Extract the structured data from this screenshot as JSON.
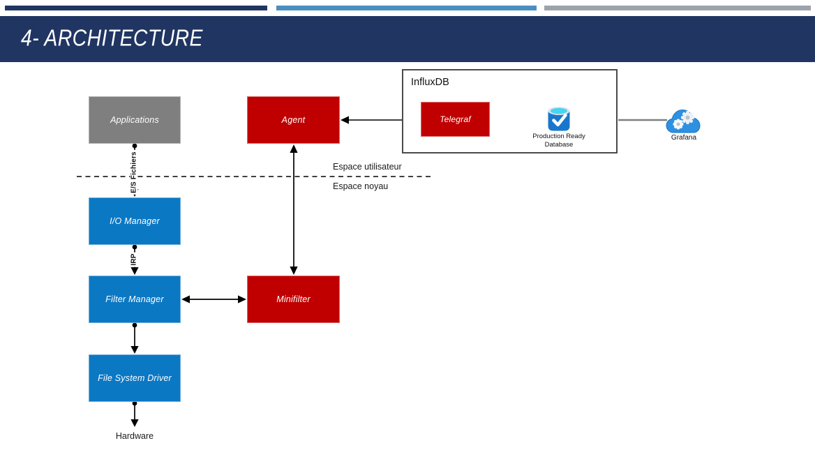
{
  "slide": {
    "title": "4- ARCHITECTURE"
  },
  "colors": {
    "navy": "#203562",
    "steel_blue": "#4a8fbf",
    "gray_bar": "#9da3ac",
    "box_gray": "#7f7f7f",
    "box_blue": "#0b78c4",
    "box_red": "#c00000",
    "connector_black": "#000000",
    "connector_gray": "#7f7f7f"
  },
  "diagram": {
    "containers": {
      "influxdb": {
        "label": "InfluxDB"
      }
    },
    "nodes": {
      "applications": {
        "label": "Applications"
      },
      "agent": {
        "label": "Agent"
      },
      "telegraf": {
        "label": "Telegraf"
      },
      "io_manager": {
        "label": "I/O Manager"
      },
      "filter_manager": {
        "label": "Filter Manager"
      },
      "minifilter": {
        "label": "Minifilter"
      },
      "file_system_driver": {
        "label": "File System Driver"
      }
    },
    "icons": {
      "database": {
        "label": "Production Ready Database"
      },
      "grafana": {
        "label": "Grafana"
      }
    },
    "edge_labels": {
      "es_fichiers": "E/S Fichiers",
      "irp": "IRP"
    },
    "zones": {
      "user_space": "Espace utilisateur",
      "kernel_space": "Espace noyau"
    },
    "endpoints": {
      "hardware": "Hardware"
    }
  }
}
